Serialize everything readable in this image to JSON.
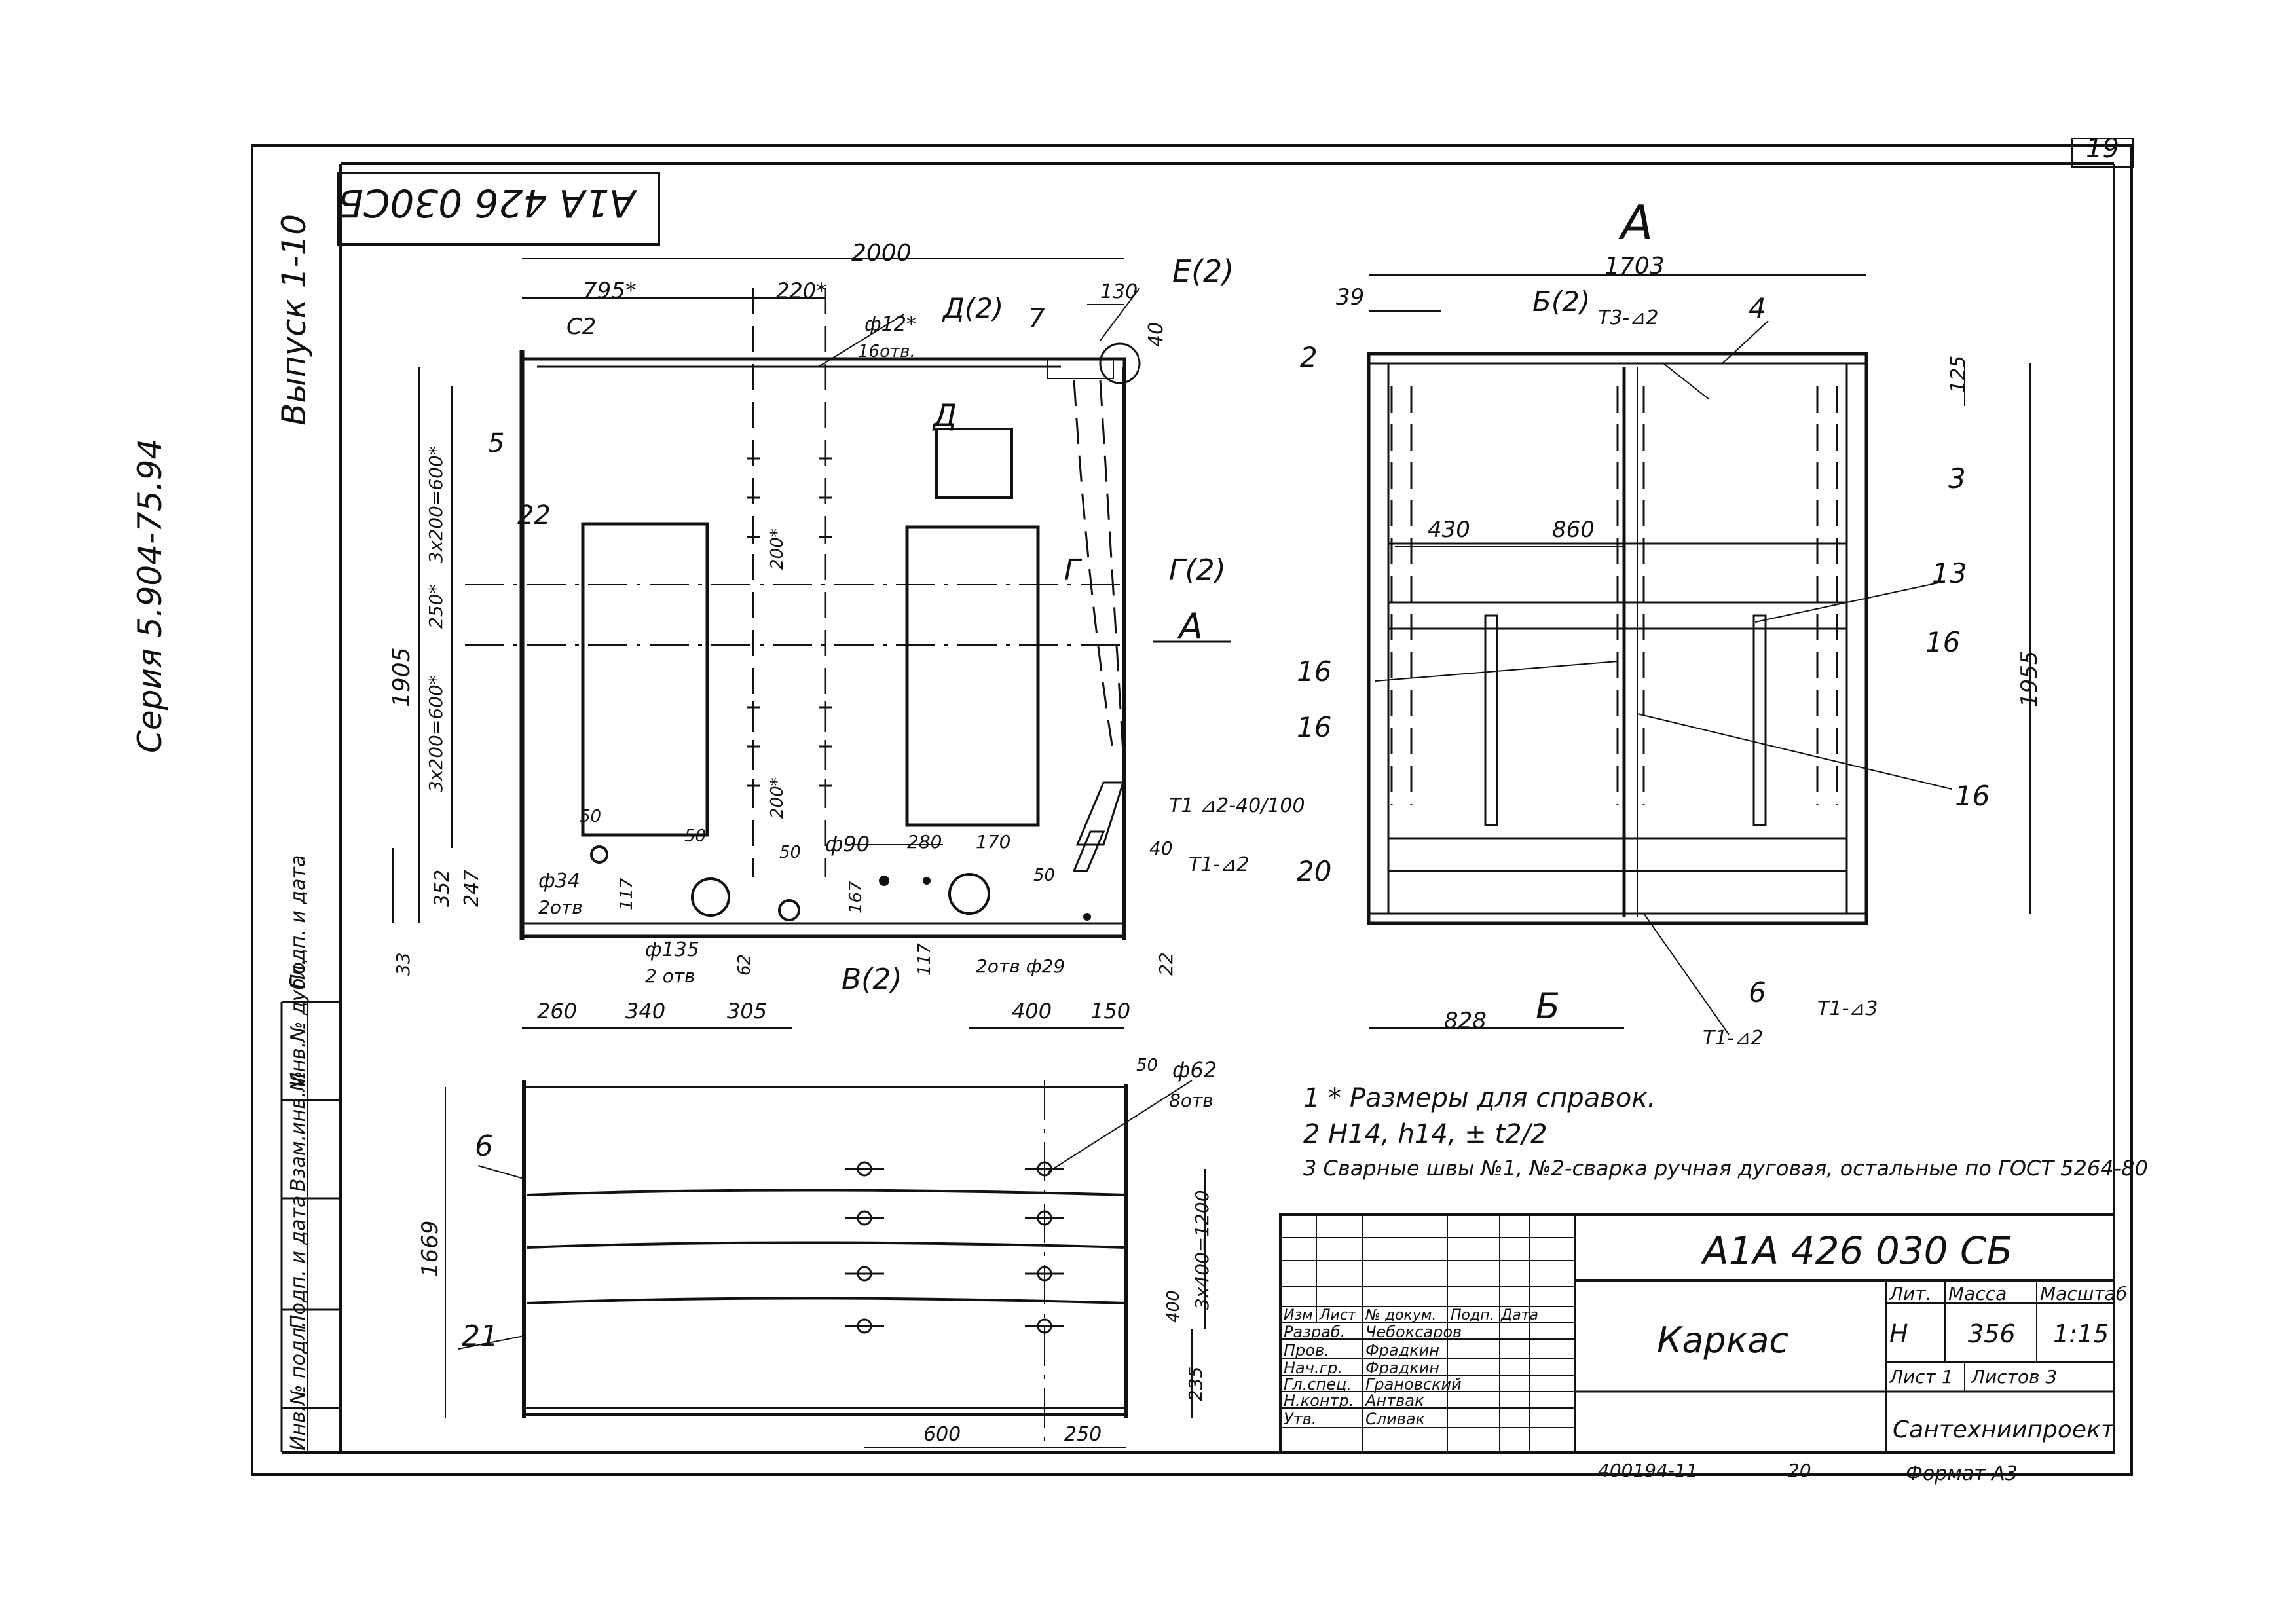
{
  "sheet": {
    "page_number": "19",
    "designation_rotated": "А1А 426 030СБ",
    "series_text": "Серия 5.904-75.94",
    "issue_text": "Выпуск 1-10",
    "side_stamp_fields": [
      "Подп. и дата",
      "Инв.№ дубл.",
      "Взам.инв.№",
      "Подп. и дата",
      "Инв.№ подл."
    ]
  },
  "main_view": {
    "dims": {
      "overall": "2000",
      "d795": "795*",
      "d220": "220*",
      "d130": "130",
      "d40": "40",
      "d1905": "1905",
      "d3x200a": "3x200=600*",
      "d250": "250*",
      "d3x200b": "3x200=600*",
      "d200a": "200*",
      "d200b": "200*",
      "d352": "352",
      "d247": "247",
      "d33": "33",
      "d117a": "117",
      "d62": "62",
      "d117b": "117",
      "d167": "167",
      "d22": "22",
      "d260": "260",
      "d340": "340",
      "d305": "305",
      "d400": "400",
      "d150": "150",
      "d280": "280",
      "d170": "170",
      "d50a": "50",
      "d50b": "50",
      "d50c": "50",
      "d50d": "50",
      "d40b": "40"
    },
    "callouts": {
      "c2": "C2",
      "phi12": "ф12*",
      "holes16": "16отв.",
      "sectionD2": "Д(2)",
      "sectionD": "Д",
      "item7": "7",
      "sectionE": "Е(2)",
      "item5": "5",
      "item22": "22",
      "sectionG": "Г",
      "sectionG2": "Г(2)",
      "viewA": "А",
      "weldT1a": "Т1 ⊿2-40/100",
      "weldT1b": "Т1-⊿2",
      "phi34": "ф34",
      "holes2a": "2отв",
      "phi135": "ф135",
      "holes2b": "2 отв",
      "phi90": "ф90",
      "phi29": "2отв ф29",
      "sectionB2": "В(2)"
    }
  },
  "view_a": {
    "title": "А",
    "dims": {
      "d1703": "1703",
      "d39": "39",
      "d125": "125",
      "d430": "430",
      "d860": "860",
      "d1955": "1955",
      "d828": "828"
    },
    "callouts": {
      "sectionB2": "Б(2)",
      "weldT3": "Т3-⊿2",
      "item4": "4",
      "item2": "2",
      "item3": "3",
      "item13": "13",
      "item16a": "16",
      "item16b": "16",
      "item16c": "16",
      "item16d": "16",
      "item20": "20",
      "item6": "6",
      "sectionB": "Б",
      "weldT1a": "Т1-⊿2",
      "weldT1b": "Т1-⊿3"
    }
  },
  "bottom_view": {
    "dims": {
      "d1669": "1669",
      "d50": "50",
      "d3x400": "3x400=1200",
      "d400": "400",
      "d235": "235",
      "d600": "600",
      "d250": "250"
    },
    "callouts": {
      "phi62": "ф62",
      "holes8": "8отв",
      "item6": "6",
      "item21": "21"
    }
  },
  "notes": [
    "1 * Размеры для справок.",
    "2 Н14, h14, ± t2/2",
    "3 Сварные швы №1, №2-сварка ручная дуговая, остальные по ГОСТ 5264-80"
  ],
  "title_block": {
    "designation": "А1А 426 030 СБ",
    "name": "Каркас",
    "col_headers": [
      "Изм",
      "Лист",
      "№ докум.",
      "Подп.",
      "Дата"
    ],
    "roles": [
      {
        "role": "Разраб.",
        "name": "Чебоксаров"
      },
      {
        "role": "Пров.",
        "name": "Фрадкин"
      },
      {
        "role": "Нач.гр.",
        "name": "Фрадкин"
      },
      {
        "role": "Гл.спец.",
        "name": "Грановский"
      },
      {
        "role": "Н.контр.",
        "name": "Антвак"
      },
      {
        "role": "Утв.",
        "name": "Сливак"
      }
    ],
    "lit_label": "Лит.",
    "mass_label": "Масса",
    "scale_label": "Масштаб",
    "lit_value": "Н",
    "mass_value": "356",
    "scale_value": "1:15",
    "sheet_label": "Лист 1",
    "sheets_label": "Листов 3",
    "organization": "Сантехниипроект"
  },
  "footer": {
    "copy_no": "400194-11",
    "copy_no2": "20",
    "format": "Формат А3"
  }
}
